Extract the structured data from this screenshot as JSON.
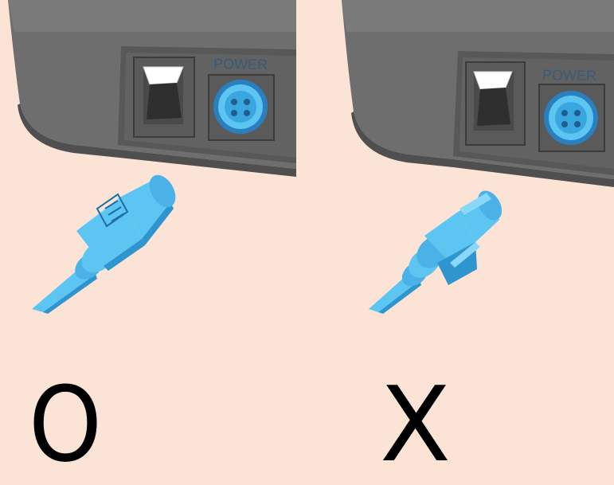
{
  "panels": [
    {
      "power_label": "POWER",
      "plug_marking": "⊡",
      "verdict": "O"
    },
    {
      "power_label": "POWER",
      "verdict": "X"
    }
  ],
  "colors": {
    "background": "#fbe3d6",
    "housing": "#6d6d6d",
    "housing_dark": "#565656",
    "connector_blue": "#5cc5f2",
    "connector_blue_dark": "#2f95cf",
    "mark": "#000000"
  }
}
